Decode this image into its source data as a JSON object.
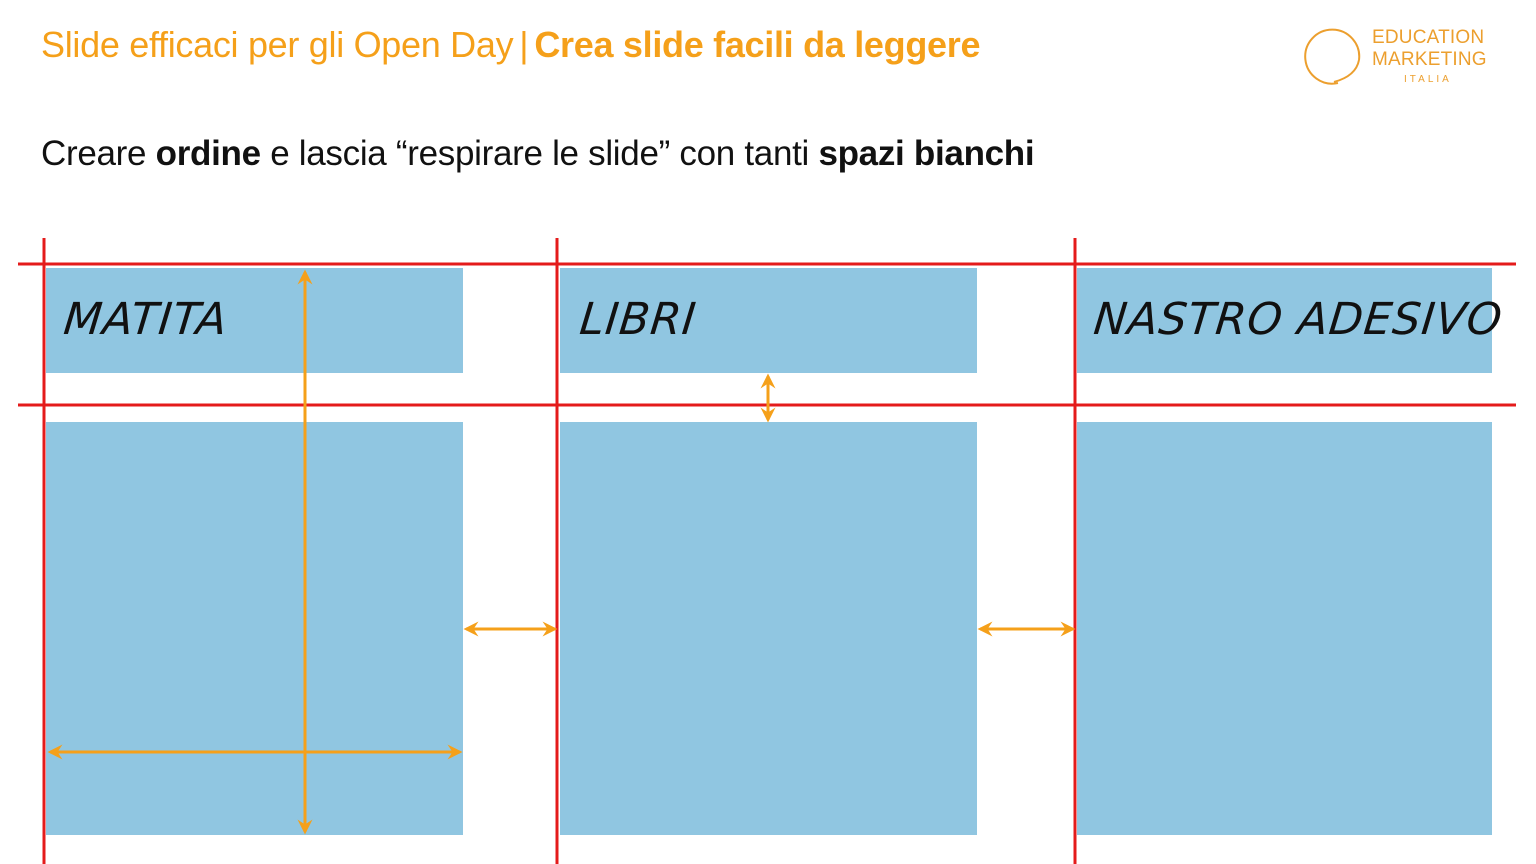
{
  "header": {
    "title_light": "Slide efficaci per gli Open Day",
    "separator": "|",
    "title_bold": "Crea slide facili da leggere"
  },
  "logo": {
    "line1": "EDUCATION",
    "line2": "MARKETING",
    "line3": "ITALIA",
    "icon": "circle-ring-icon"
  },
  "subtitle": {
    "parts": [
      {
        "text": "Creare ",
        "bold": false
      },
      {
        "text": "ordine",
        "bold": true
      },
      {
        "text": " e lascia “respirare le slide” con tanti ",
        "bold": false
      },
      {
        "text": "spazi bianchi",
        "bold": true
      }
    ]
  },
  "columns": [
    {
      "label": "MATITA"
    },
    {
      "label": "LIBRI"
    },
    {
      "label": "NASTRO ADESIVO"
    }
  ],
  "colors": {
    "accent_orange": "#f5a01a",
    "box_blue": "#90c6e1",
    "guide_red": "#e41b1b",
    "text": "#111111"
  },
  "annotations": {
    "guide_lines": "red-grid-guides",
    "arrows": [
      "vertical-height-arrow",
      "horizontal-width-arrow",
      "row-gap-arrow",
      "column-gap-arrow-1",
      "column-gap-arrow-2"
    ]
  }
}
